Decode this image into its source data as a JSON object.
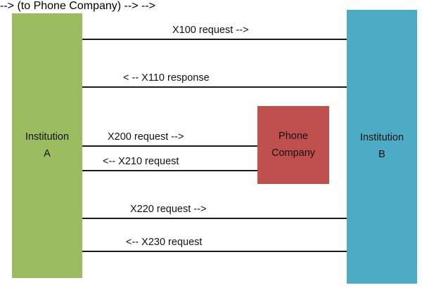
{
  "diagram": {
    "title": "Inter-institution message exchange sequence diagram",
    "type": "sequence-diagram",
    "background_color": "#ffffff",
    "line_color": "#1a1a1a",
    "text_color": "#111111"
  },
  "actors": [
    {
      "id": "institution-a",
      "label_line1": "Institution",
      "label_line2": "A",
      "color": "#9CBC60",
      "role": "originating-institution"
    },
    {
      "id": "phone-company",
      "label_line1": "Phone",
      "label_line2": "Company",
      "color": "#C0504D",
      "role": "intermediary"
    },
    {
      "id": "institution-b",
      "label_line1": "Institution",
      "label_line2": "B",
      "color": "#4CACC6",
      "role": "receiving-institution"
    }
  ],
  "messages": [
    {
      "id": "x100",
      "label": "X100 request -->",
      "code": "X100",
      "kind": "request",
      "direction": "a-to-b",
      "from": "institution-a",
      "to": "institution-b"
    },
    {
      "id": "x110",
      "label": "< -- X110 response",
      "code": "X110",
      "kind": "response",
      "direction": "b-to-a",
      "from": "institution-b",
      "to": "institution-a"
    },
    {
      "id": "x200",
      "label": "X200 request -->",
      "code": "X200",
      "kind": "request",
      "direction": "a-to-phone",
      "from": "institution-a",
      "to": "phone-company"
    },
    {
      "id": "x210",
      "label": "<-- X210 request",
      "code": "X210",
      "kind": "request",
      "direction": "phone-to-a",
      "from": "phone-company",
      "to": "institution-a"
    },
    {
      "id": "x220",
      "label": "X220 request -->",
      "code": "X220",
      "kind": "request",
      "direction": "a-to-b",
      "from": "institution-a",
      "to": "institution-b"
    },
    {
      "id": "x230",
      "label": "<-- X230 request",
      "code": "X230",
      "kind": "request",
      "direction": "b-to-a",
      "from": "institution-b",
      "to": "institution-a"
    }
  ]
}
